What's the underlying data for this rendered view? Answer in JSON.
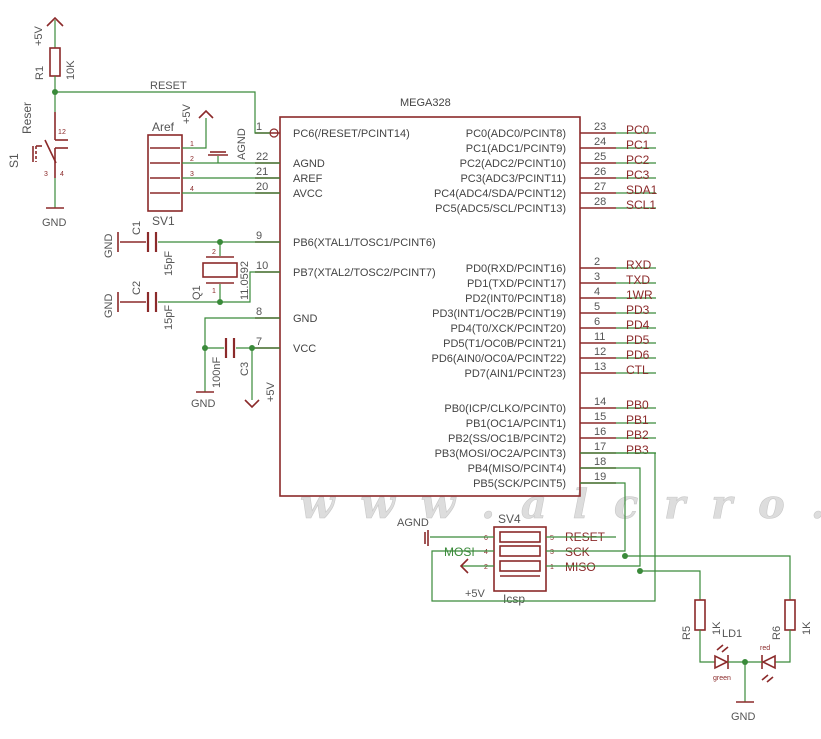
{
  "chip": {
    "name": "MEGA328",
    "left_pins": [
      {
        "num": "1",
        "label": "PC6(/RESET/PCINT14)"
      },
      {
        "num": "22",
        "label": "AGND"
      },
      {
        "num": "21",
        "label": "AREF"
      },
      {
        "num": "20",
        "label": "AVCC"
      },
      {
        "num": "9",
        "label": "PB6(XTAL1/TOSC1/PCINT6)"
      },
      {
        "num": "10",
        "label": "PB7(XTAL2/TOSC2/PCINT7)"
      },
      {
        "num": "8",
        "label": "GND"
      },
      {
        "num": "7",
        "label": "VCC"
      }
    ],
    "right_pins": [
      {
        "num": "23",
        "label": "PC0(ADC0/PCINT8)",
        "net": "PC0"
      },
      {
        "num": "24",
        "label": "PC1(ADC1/PCINT9)",
        "net": "PC1"
      },
      {
        "num": "25",
        "label": "PC2(ADC2/PCINT10)",
        "net": "PC2"
      },
      {
        "num": "26",
        "label": "PC3(ADC3/PCINT11)",
        "net": "PC3"
      },
      {
        "num": "27",
        "label": "PC4(ADC4/SDA/PCINT12)",
        "net": "SDA1"
      },
      {
        "num": "28",
        "label": "PC5(ADC5/SCL/PCINT13)",
        "net": "SCL1"
      },
      {
        "num": "2",
        "label": "PD0(RXD/PCINT16)",
        "net": "RXD"
      },
      {
        "num": "3",
        "label": "PD1(TXD/PCINT17)",
        "net": "TXD"
      },
      {
        "num": "4",
        "label": "PD2(INT0/PCINT18)",
        "net": "1WR"
      },
      {
        "num": "5",
        "label": "PD3(INT1/OC2B/PCINT19)",
        "net": "PD3"
      },
      {
        "num": "6",
        "label": "PD4(T0/XCK/PCINT20)",
        "net": "PD4"
      },
      {
        "num": "11",
        "label": "PD5(T1/OC0B/PCINT21)",
        "net": "PD5"
      },
      {
        "num": "12",
        "label": "PD6(AIN0/OC0A/PCINT22)",
        "net": "PD6"
      },
      {
        "num": "13",
        "label": "PD7(AIN1/PCINT23)",
        "net": "CTL"
      },
      {
        "num": "14",
        "label": "PB0(ICP/CLKO/PCINT0)",
        "net": "PB0"
      },
      {
        "num": "15",
        "label": "PB1(OC1A/PCINT1)",
        "net": "PB1"
      },
      {
        "num": "16",
        "label": "PB2(SS/OC1B/PCINT2)",
        "net": "PB2"
      },
      {
        "num": "17",
        "label": "PB3(MOSI/OC2A/PCINT3)",
        "net": "PB3"
      },
      {
        "num": "18",
        "label": "PB4(MISO/PCINT4)",
        "net": ""
      },
      {
        "num": "19",
        "label": "PB5(SCK/PCINT5)",
        "net": ""
      }
    ]
  },
  "parts": {
    "r1": {
      "name": "R1",
      "value": "10K"
    },
    "s1": {
      "name": "S1",
      "label": "Reser",
      "pins": [
        "1",
        "2",
        "3",
        "4"
      ]
    },
    "sv1": {
      "name": "SV1",
      "label": "Aref",
      "pins": [
        "1",
        "2",
        "3",
        "4"
      ]
    },
    "c1": {
      "name": "C1",
      "value": "15pF"
    },
    "c2": {
      "name": "C2",
      "value": "15pF"
    },
    "q1": {
      "name": "Q1",
      "value": "11.0592",
      "pins": [
        "1",
        "2"
      ]
    },
    "c3": {
      "name": "C3",
      "value": "100nF"
    },
    "sv4": {
      "name": "SV4",
      "label": "Icsp",
      "left_pins": [
        "6",
        "4",
        "2"
      ],
      "right_pins": [
        "5",
        "3",
        "1"
      ],
      "right_labels": [
        "RESET",
        "SCK",
        "MISO"
      ]
    },
    "r5": {
      "name": "R5",
      "value": "1K"
    },
    "r6": {
      "name": "R6",
      "value": "1K"
    },
    "ld1": {
      "name": "LD1",
      "green": "green",
      "red": "red"
    }
  },
  "nets": {
    "vcc_top": "+5V",
    "vcc_aref": "+5V",
    "vcc_c3": "+5V",
    "vcc_icsp": "+5V",
    "reset": "RESET",
    "agnd_sv1": "AGND",
    "agnd_icsp": "AGND",
    "mosi": "MOSI",
    "gnd_s1": "GND",
    "gnd_c1": "GND",
    "gnd_c2": "GND",
    "gnd_c3": "GND",
    "gnd_led": "GND"
  },
  "watermark": "w w w . a l c r r o . o r g",
  "colors": {
    "wire": "#3a8a3a",
    "part": "#8b2a2a",
    "text": "#444444"
  }
}
